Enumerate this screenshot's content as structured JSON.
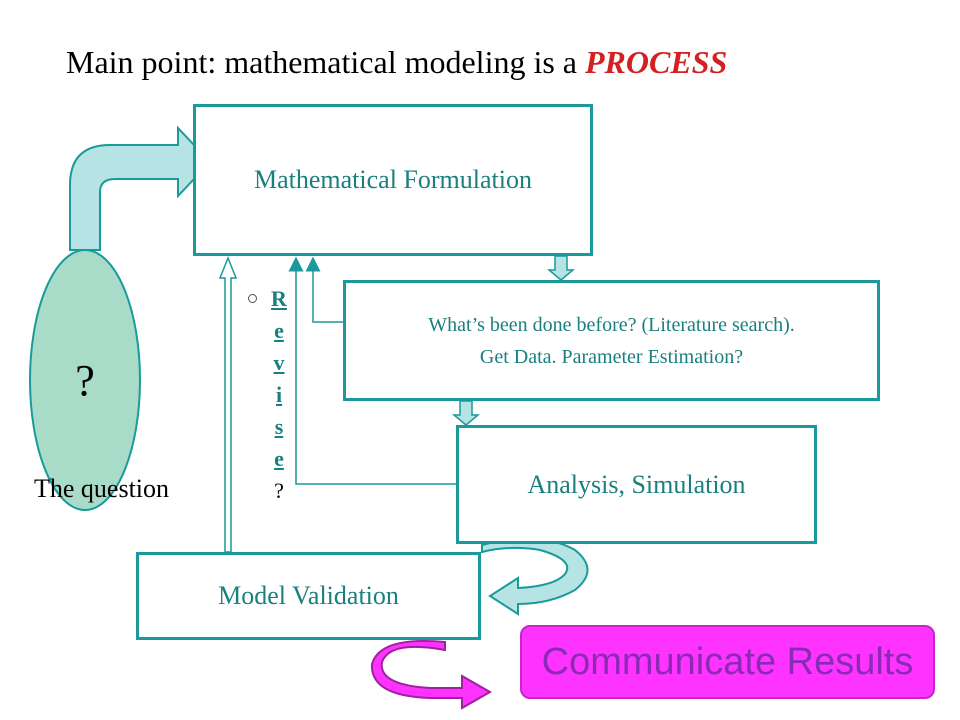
{
  "title": {
    "prefix": "Main point: mathematical modeling is a",
    "emphasis": "PROCESS"
  },
  "question_bubble": {
    "symbol": "?",
    "caption": "The question"
  },
  "steps": {
    "formulation": "Mathematical Formulation",
    "literature_line1": "What’s been done before?  (Literature search).",
    "literature_line2": "Get Data. Parameter Estimation?",
    "analysis": "Analysis,  Simulation",
    "validation": "Model Validation",
    "communicate": "Communicate Results"
  },
  "revise": {
    "letters": [
      "R",
      "e",
      "v",
      "i",
      "s",
      "e"
    ],
    "question": "?"
  },
  "colors": {
    "box_border": "#1a9a9a",
    "box_text": "#1a7f7f",
    "arrow_fill": "#b6e3e3",
    "bubble_fill": "#a8dcc8",
    "emphasis": "#d42020",
    "communicate_fill": "#ff33ff",
    "communicate_text": "#8a2ab5"
  },
  "icons": [
    "curved-arrow-icon",
    "down-arrow-icon",
    "up-arrow-icon",
    "circular-arrow-icon"
  ]
}
